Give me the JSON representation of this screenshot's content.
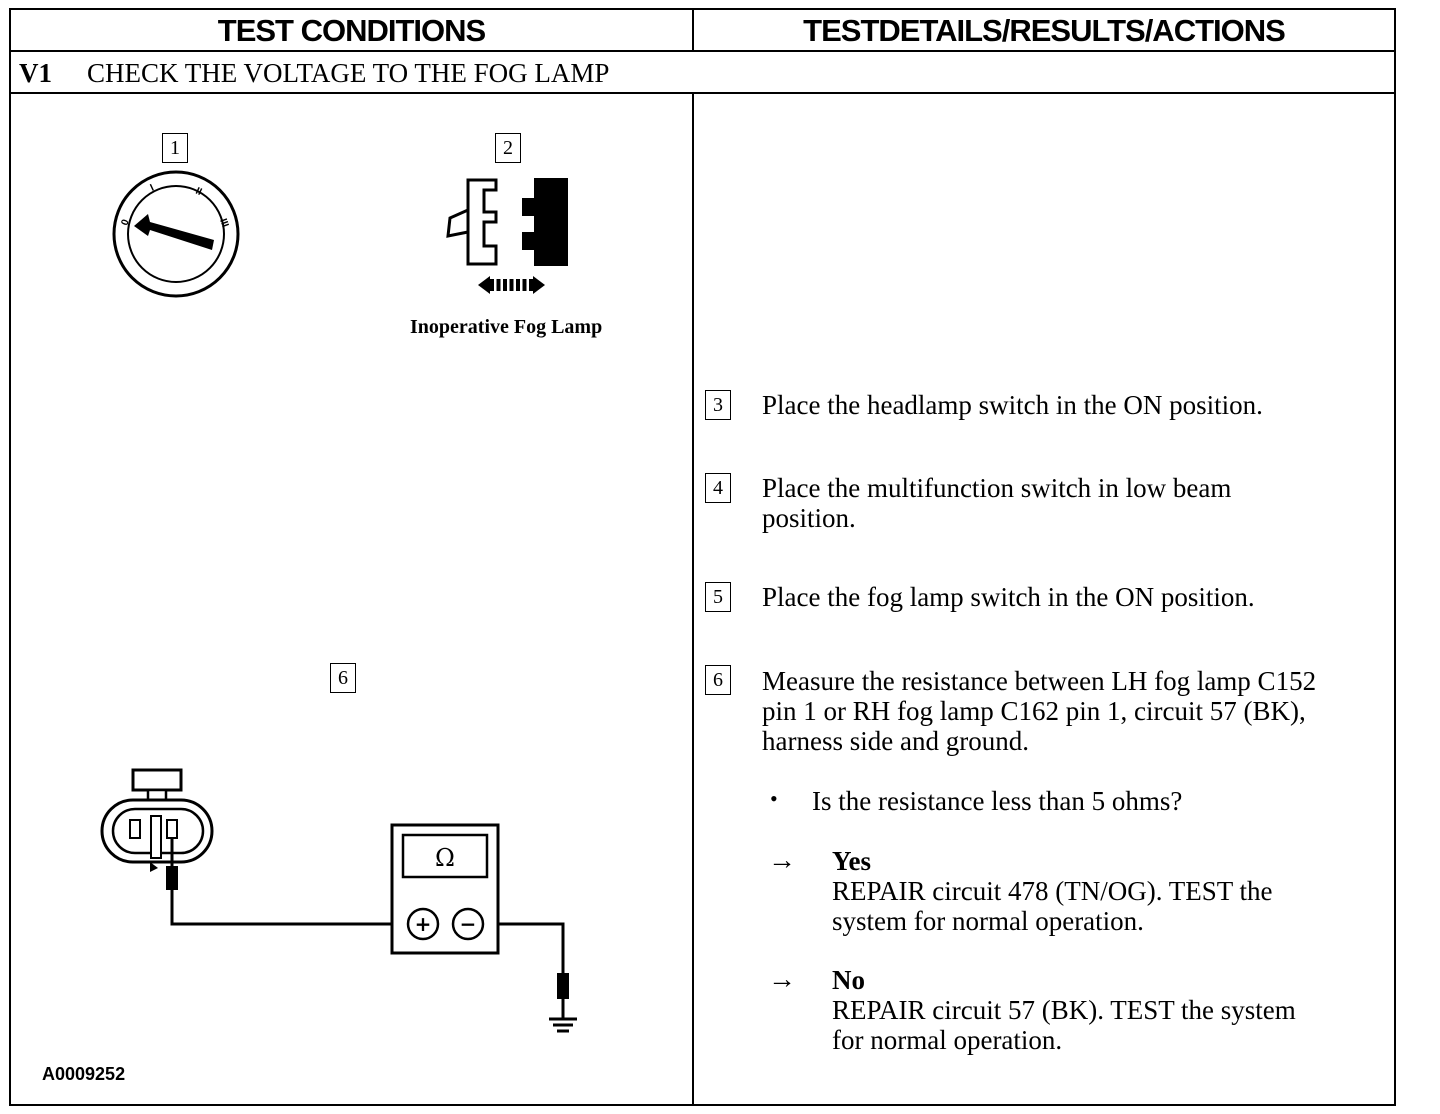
{
  "header": {
    "left": "TEST CONDITIONS",
    "right": "TESTDETAILS/RESULTS/ACTIONS"
  },
  "section": {
    "id": "V1",
    "title": "CHECK THE VOLTAGE TO THE FOG LAMP"
  },
  "figures": {
    "box1": "1",
    "box2": "2",
    "box6": "6",
    "ignition_labels": [
      "0",
      "I",
      "II",
      "III"
    ],
    "fog_caption": "Inoperative Fog Lamp",
    "meter_symbol": "Ω",
    "meter_plus": "+",
    "meter_minus": "−",
    "figure_id": "A0009252"
  },
  "steps": [
    {
      "num": "3",
      "text": "Place the headlamp switch in the ON position."
    },
    {
      "num": "4",
      "text_line1": "Place the multifunction switch in low beam",
      "text_line2": "position."
    },
    {
      "num": "5",
      "text": "Place the fog lamp switch in the ON position."
    },
    {
      "num": "6",
      "text_line1": "Measure the resistance between LH fog lamp C152",
      "text_line2": "pin 1 or RH fog lamp C162 pin 1, circuit 57 (BK),",
      "text_line3": "harness side and ground."
    }
  ],
  "question": {
    "bullet": "•",
    "text": "Is the resistance less than 5 ohms?"
  },
  "answers": {
    "arrow": "→",
    "yes_label": "Yes",
    "yes_line1": "REPAIR circuit 478 (TN/OG). TEST the",
    "yes_line2": "system for normal operation.",
    "no_label": "No",
    "no_line1": "REPAIR circuit 57 (BK). TEST the system",
    "no_line2": "for normal operation."
  }
}
